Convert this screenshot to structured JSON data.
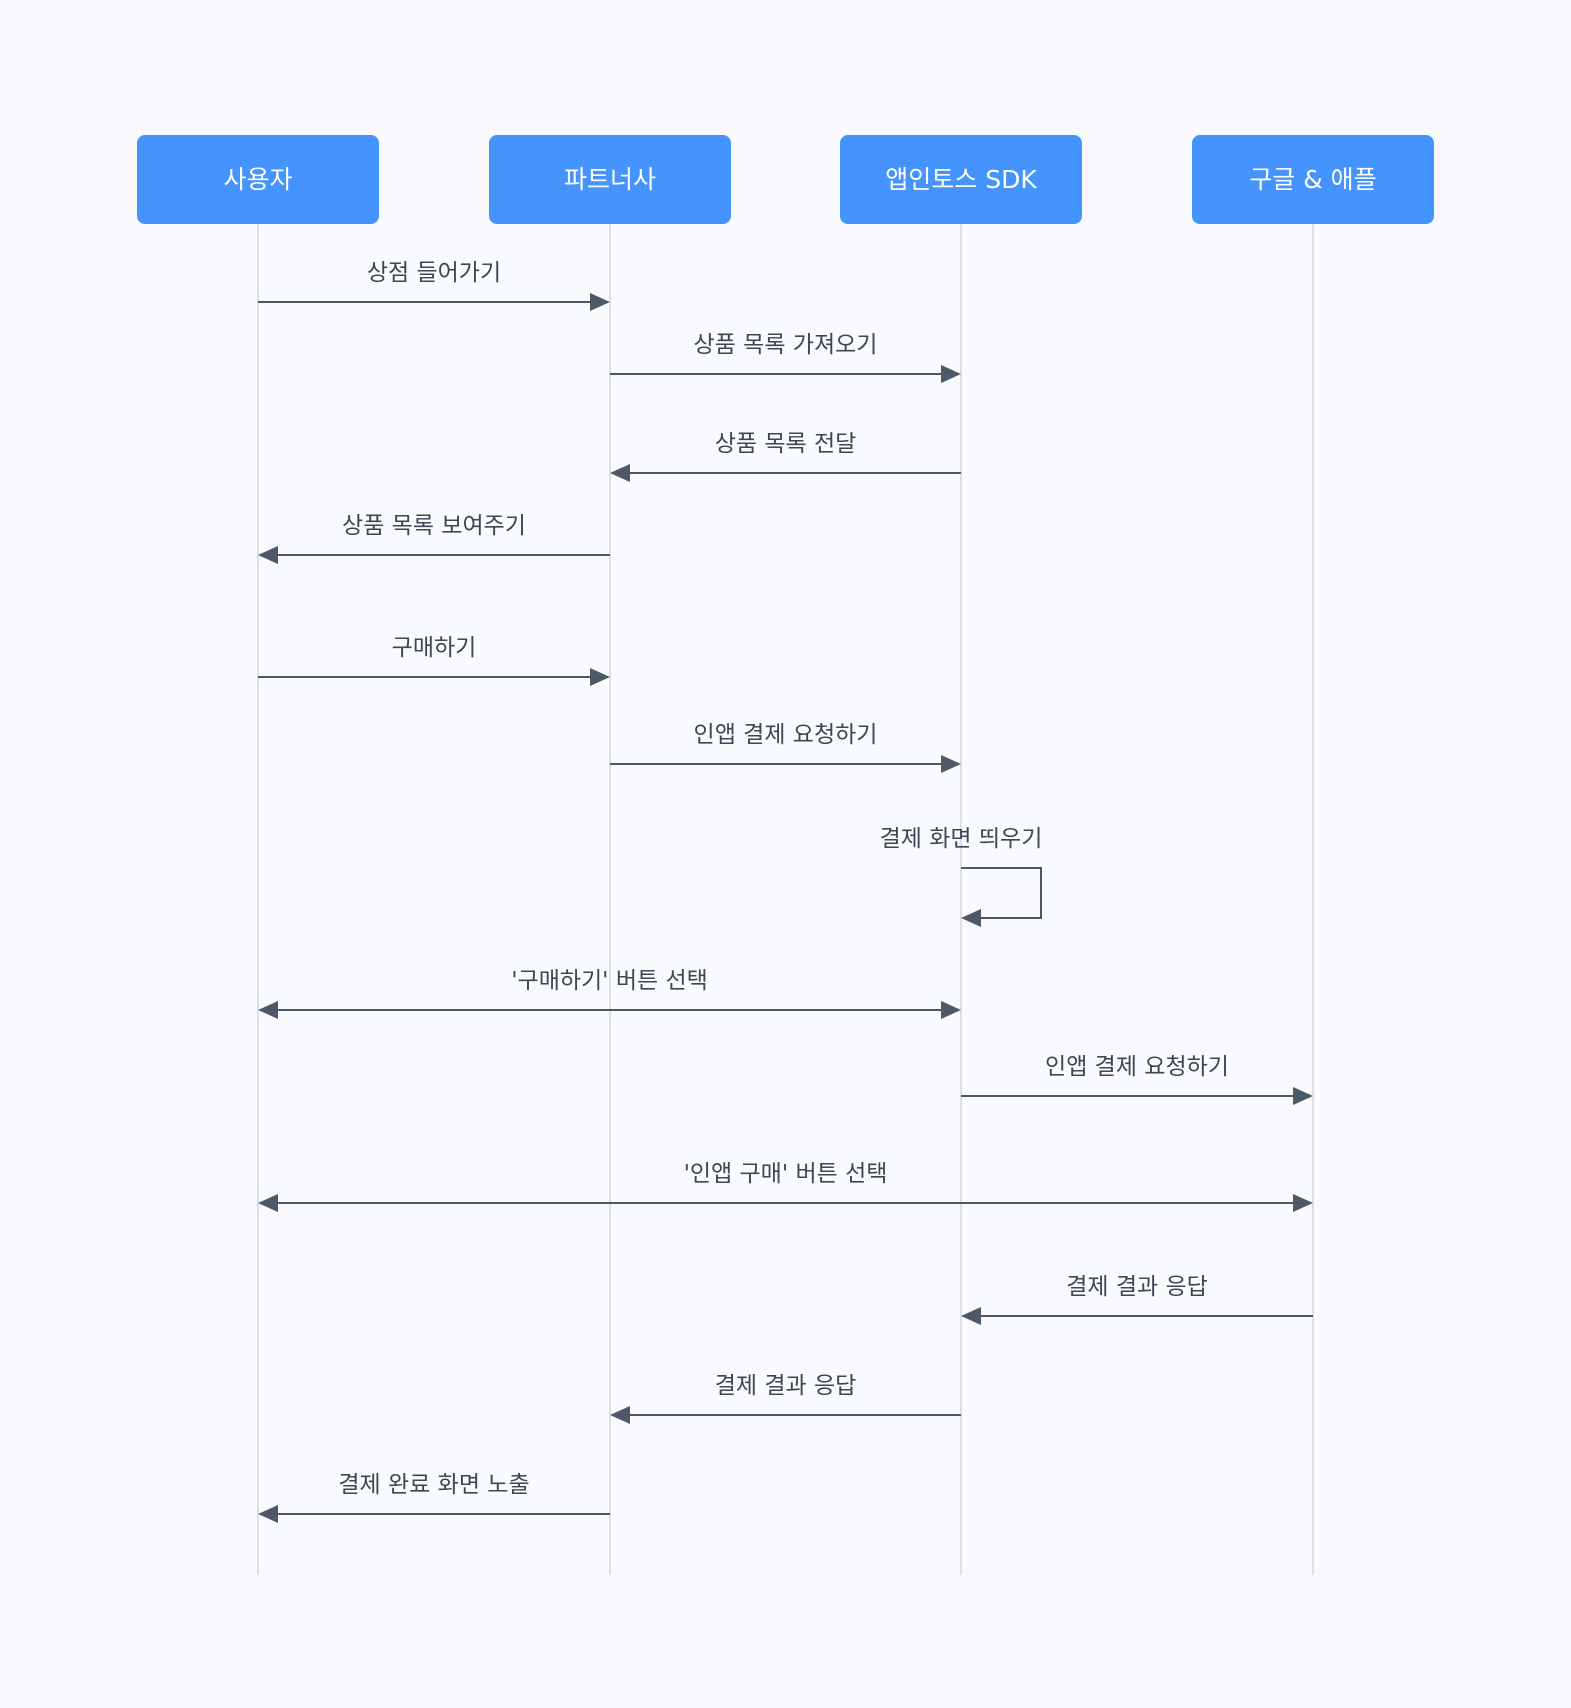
{
  "colors": {
    "background": "#f8fafd",
    "actor_box": "#4593fc",
    "actor_text": "#ffffff",
    "line": "#4e5968",
    "lifeline": "#d4d8de",
    "label": "#3d4654"
  },
  "actors": [
    {
      "id": "user",
      "label": "사용자"
    },
    {
      "id": "partner",
      "label": "파트너사"
    },
    {
      "id": "sdk",
      "label": "앱인토스 SDK"
    },
    {
      "id": "store",
      "label": "구글 & 애플"
    }
  ],
  "messages": [
    {
      "from": "user",
      "to": "partner",
      "label": "상점 들어가기",
      "bidirectional": false
    },
    {
      "from": "partner",
      "to": "sdk",
      "label": "상품 목록 가져오기",
      "bidirectional": false
    },
    {
      "from": "sdk",
      "to": "partner",
      "label": "상품 목록 전달",
      "bidirectional": false
    },
    {
      "from": "partner",
      "to": "user",
      "label": "상품 목록 보여주기",
      "bidirectional": false
    },
    {
      "from": "user",
      "to": "partner",
      "label": "구매하기",
      "bidirectional": false
    },
    {
      "from": "partner",
      "to": "sdk",
      "label": "인앱 결제 요청하기",
      "bidirectional": false
    },
    {
      "from": "sdk",
      "to": "sdk",
      "label": "결제 화면 띄우기",
      "bidirectional": false
    },
    {
      "from": "user",
      "to": "sdk",
      "label": "'구매하기' 버튼 선택",
      "bidirectional": true
    },
    {
      "from": "sdk",
      "to": "store",
      "label": "인앱 결제 요청하기",
      "bidirectional": false
    },
    {
      "from": "user",
      "to": "store",
      "label": "'인앱 구매' 버튼 선택",
      "bidirectional": true
    },
    {
      "from": "store",
      "to": "sdk",
      "label": "결제 결과 응답",
      "bidirectional": false
    },
    {
      "from": "sdk",
      "to": "partner",
      "label": "결제 결과 응답",
      "bidirectional": false
    },
    {
      "from": "partner",
      "to": "user",
      "label": "결제 완료 화면 노출",
      "bidirectional": false
    }
  ]
}
